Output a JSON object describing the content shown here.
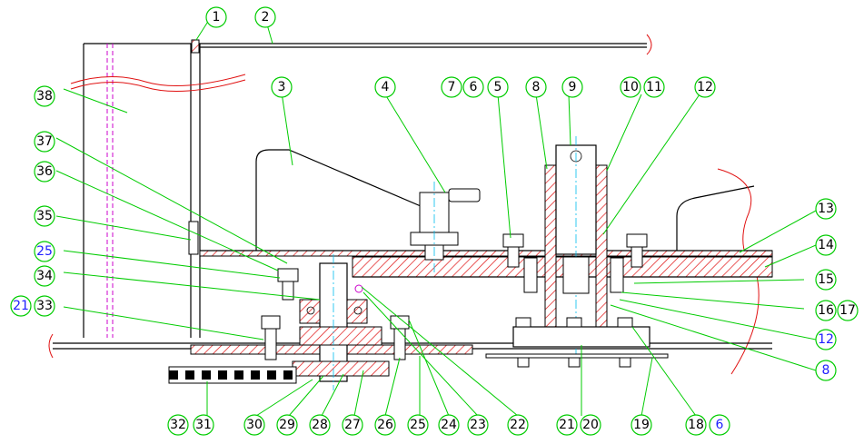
{
  "colors": {
    "callout_border": "#00cc00",
    "callout_text_default": "#000000",
    "callout_text_highlight": "#2020ff",
    "hatch": "#e01010",
    "centerline": "#00bbee",
    "hidden_line": "#cc00cc"
  },
  "callouts": [
    {
      "id": "c1",
      "label": "1",
      "blue": false
    },
    {
      "id": "c2",
      "label": "2",
      "blue": false
    },
    {
      "id": "c3",
      "label": "3",
      "blue": false
    },
    {
      "id": "c4",
      "label": "4",
      "blue": false
    },
    {
      "id": "c7",
      "label": "7",
      "blue": false
    },
    {
      "id": "c6",
      "label": "6",
      "blue": false
    },
    {
      "id": "c5",
      "label": "5",
      "blue": false
    },
    {
      "id": "c8",
      "label": "8",
      "blue": false
    },
    {
      "id": "c9",
      "label": "9",
      "blue": false
    },
    {
      "id": "c10",
      "label": "10",
      "blue": false
    },
    {
      "id": "c11",
      "label": "11",
      "blue": false
    },
    {
      "id": "c12",
      "label": "12",
      "blue": false
    },
    {
      "id": "c13",
      "label": "13",
      "blue": false
    },
    {
      "id": "c14",
      "label": "14",
      "blue": false
    },
    {
      "id": "c15",
      "label": "15",
      "blue": false
    },
    {
      "id": "c16",
      "label": "16",
      "blue": false
    },
    {
      "id": "c17",
      "label": "17",
      "blue": false
    },
    {
      "id": "c12b",
      "label": "12",
      "blue": true
    },
    {
      "id": "c8b",
      "label": "8",
      "blue": true
    },
    {
      "id": "c38",
      "label": "38",
      "blue": false
    },
    {
      "id": "c37",
      "label": "37",
      "blue": false
    },
    {
      "id": "c36",
      "label": "36",
      "blue": false
    },
    {
      "id": "c35",
      "label": "35",
      "blue": false
    },
    {
      "id": "c25a",
      "label": "25",
      "blue": true
    },
    {
      "id": "c34",
      "label": "34",
      "blue": false
    },
    {
      "id": "c21a",
      "label": "21",
      "blue": true
    },
    {
      "id": "c33",
      "label": "33",
      "blue": false
    },
    {
      "id": "c32",
      "label": "32",
      "blue": false
    },
    {
      "id": "c31",
      "label": "31",
      "blue": false
    },
    {
      "id": "c30",
      "label": "30",
      "blue": false
    },
    {
      "id": "c29",
      "label": "29",
      "blue": false
    },
    {
      "id": "c28",
      "label": "28",
      "blue": false
    },
    {
      "id": "c27",
      "label": "27",
      "blue": false
    },
    {
      "id": "c26",
      "label": "26",
      "blue": false
    },
    {
      "id": "c25b",
      "label": "25",
      "blue": false
    },
    {
      "id": "c24",
      "label": "24",
      "blue": false
    },
    {
      "id": "c23",
      "label": "23",
      "blue": false
    },
    {
      "id": "c22",
      "label": "22",
      "blue": false
    },
    {
      "id": "c21b",
      "label": "21",
      "blue": false
    },
    {
      "id": "c20",
      "label": "20",
      "blue": false
    },
    {
      "id": "c19",
      "label": "19",
      "blue": false
    },
    {
      "id": "c18",
      "label": "18",
      "blue": false
    },
    {
      "id": "c6b",
      "label": "6",
      "blue": true
    }
  ]
}
